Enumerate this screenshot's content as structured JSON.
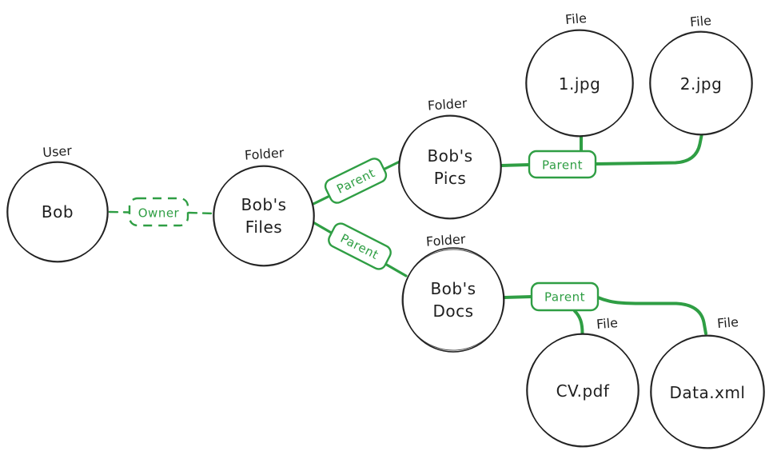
{
  "colors": {
    "ink": "#1e1e1e",
    "green": "#2f9e44",
    "bg": "#ffffff"
  },
  "diagram": {
    "description": "Hand-drawn graph of a user owning a folder tree with files",
    "nodes": [
      {
        "id": "bob",
        "type_label": "User",
        "lines": [
          "Bob"
        ]
      },
      {
        "id": "bobs-files",
        "type_label": "Folder",
        "lines": [
          "Bob's",
          "Files"
        ]
      },
      {
        "id": "bobs-pics",
        "type_label": "Folder",
        "lines": [
          "Bob's",
          "Pics"
        ]
      },
      {
        "id": "bobs-docs",
        "type_label": "Folder",
        "lines": [
          "Bob's",
          "Docs"
        ]
      },
      {
        "id": "file-1jpg",
        "type_label": "File",
        "lines": [
          "1.jpg"
        ]
      },
      {
        "id": "file-2jpg",
        "type_label": "File",
        "lines": [
          "2.jpg"
        ]
      },
      {
        "id": "file-cvpdf",
        "type_label": "File",
        "lines": [
          "CV.pdf"
        ]
      },
      {
        "id": "file-dataxml",
        "type_label": "File",
        "lines": [
          "Data.xml"
        ]
      }
    ],
    "edges": [
      {
        "id": "owner",
        "label": "Owner",
        "from": "Bob",
        "to": "Bob's Files",
        "style": "dashed"
      },
      {
        "id": "parent-files-pics",
        "label": "Parent",
        "from": "Bob's Files",
        "to": "Bob's Pics",
        "style": "solid"
      },
      {
        "id": "parent-files-docs",
        "label": "Parent",
        "from": "Bob's Files",
        "to": "Bob's Docs",
        "style": "solid"
      },
      {
        "id": "parent-pics-kids",
        "label": "Parent",
        "from": "Bob's Pics",
        "to": "1.jpg, 2.jpg",
        "style": "solid"
      },
      {
        "id": "parent-docs-kids",
        "label": "Parent",
        "from": "Bob's Docs",
        "to": "CV.pdf, Data.xml",
        "style": "solid"
      }
    ]
  }
}
